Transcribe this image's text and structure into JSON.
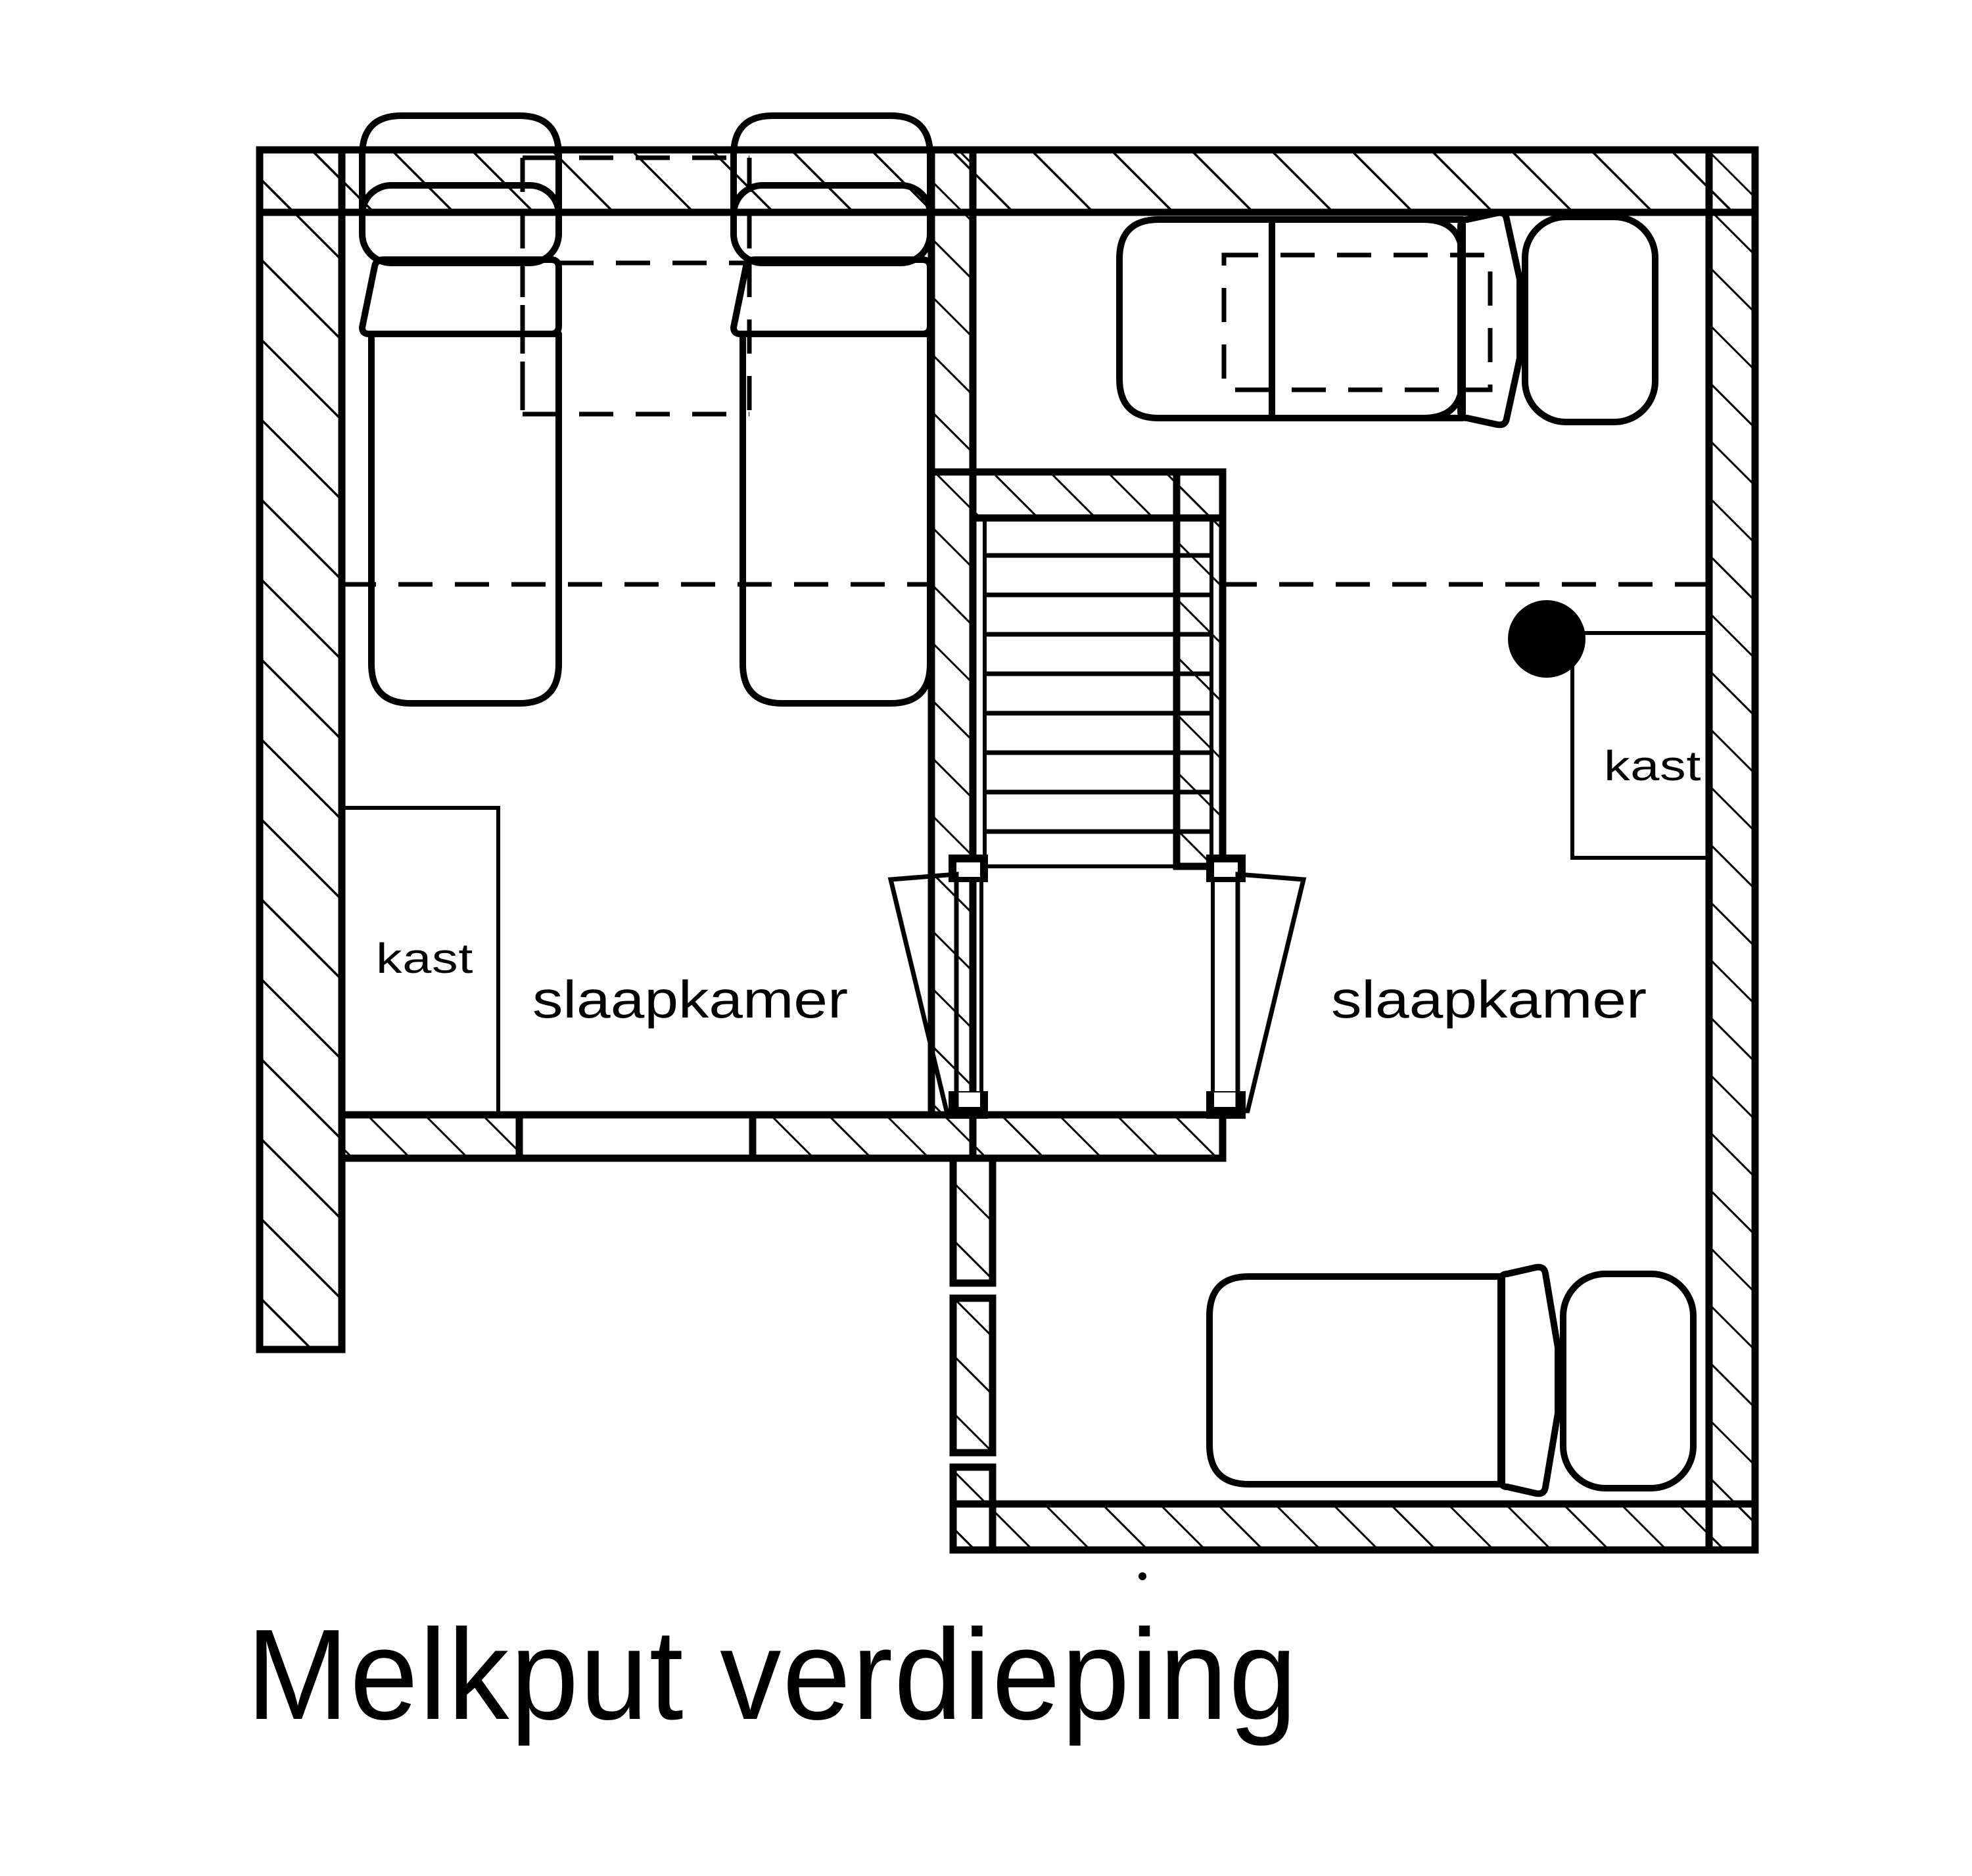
{
  "document": {
    "type": "architectural-floor-plan",
    "title": "Melkput verdieping",
    "language": "nl",
    "drawing_style": "line-drawing-hatched-walls",
    "colors": {
      "ink": "#000000",
      "paper": "#ffffff"
    }
  },
  "title_block": {
    "label": "Melkput verdieping"
  },
  "rooms": [
    {
      "id": "bedroom-left",
      "label": "slaapkamer",
      "position": "left",
      "closet_label": "kast"
    },
    {
      "id": "bedroom-right",
      "label": "slaapkamer",
      "position": "right",
      "closet_label": "kast"
    }
  ],
  "labels": {
    "closet_left": "kast",
    "room_left": "slaapkamer",
    "closet_right": "kast",
    "room_right": "slaapkamer"
  },
  "furniture": [
    {
      "id": "bed-left-1",
      "type": "bed",
      "orientation": "vertical",
      "room": "bedroom-left"
    },
    {
      "id": "bed-left-2",
      "type": "bed",
      "orientation": "vertical",
      "room": "bedroom-left"
    },
    {
      "id": "bed-right-top",
      "type": "bed",
      "orientation": "horizontal",
      "room": "bedroom-right"
    },
    {
      "id": "bed-right-bottom",
      "type": "bed",
      "orientation": "horizontal",
      "room": "bedroom-right"
    }
  ],
  "features": [
    {
      "id": "staircase",
      "type": "stairs",
      "treads": 8
    },
    {
      "id": "door-left",
      "type": "door",
      "swing": "outward-left"
    },
    {
      "id": "door-right",
      "type": "door",
      "swing": "outward-right"
    },
    {
      "id": "column",
      "type": "round-column",
      "room": "bedroom-right"
    },
    {
      "id": "ridge-line",
      "type": "roof-ridge-dashed"
    }
  ],
  "chart_data": {
    "type": "table",
    "title": "Melkput verdieping",
    "categories": [
      "slaapkamer (links)",
      "slaapkamer (rechts)"
    ],
    "annotations": [
      "kast",
      "slaapkamer",
      "kast",
      "slaapkamer",
      "Melkput verdieping"
    ]
  }
}
